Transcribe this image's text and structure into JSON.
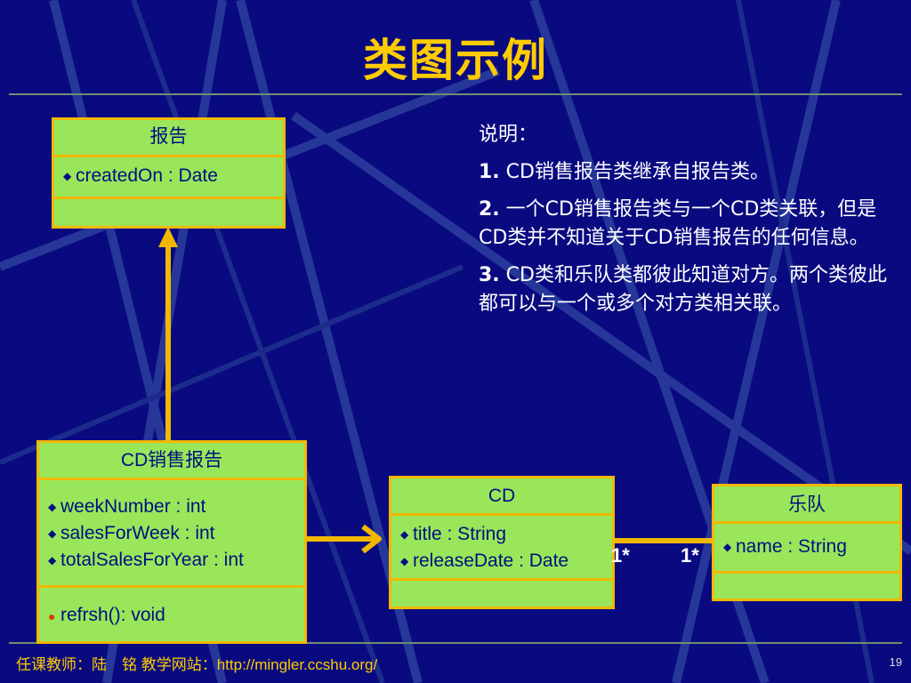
{
  "slide": {
    "title": "类图示例",
    "page_number": "19",
    "footer": "任课教师：陆　铭  教学网站：http://mingler.ccshu.org/"
  },
  "colors": {
    "background": "#0a0a80",
    "title": "#ffcc00",
    "box_fill": "#99e65a",
    "box_border": "#f2b800",
    "box_text": "#001080",
    "arrow": "#f2b800"
  },
  "classes": {
    "report": {
      "name": "报告",
      "attributes": [
        "createdOn : Date"
      ]
    },
    "cd_sales_report": {
      "name": "CD销售报告",
      "attributes": [
        "weekNumber : int",
        "salesForWeek : int",
        "totalSalesForYear : int"
      ],
      "operations": [
        "refrsh(): void"
      ]
    },
    "cd": {
      "name": "CD",
      "attributes": [
        "title : String",
        "releaseDate : Date"
      ]
    },
    "band": {
      "name": "乐队",
      "attributes": [
        "name : String"
      ]
    }
  },
  "multiplicity": {
    "cd_end": "1*",
    "band_end": "1*"
  },
  "notes": {
    "heading": "说明：",
    "items": [
      {
        "num": "1.",
        "text": " CD销售报告类继承自报告类。"
      },
      {
        "num": "2.",
        "text": " 一个CD销售报告类与一个CD类关联，但是CD类并不知道关于CD销售报告的任何信息。"
      },
      {
        "num": "3.",
        "text": " CD类和乐队类都彼此知道对方。两个类彼此都可以与一个或多个对方类相关联。"
      }
    ]
  }
}
